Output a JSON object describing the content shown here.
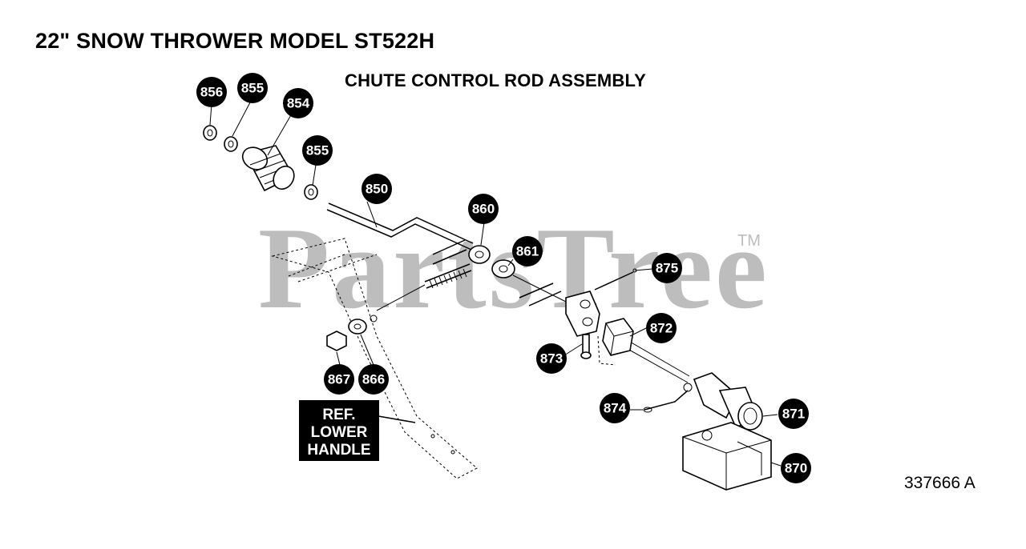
{
  "title": "22\" SNOW THROWER MODEL ST522H",
  "subtitle": "CHUTE CONTROL ROD ASSEMBLY",
  "watermark": "PartsTree",
  "watermark_tm": "TM",
  "document_number": "337666 A",
  "reference_label": [
    "REF.",
    "LOWER",
    "HANDLE"
  ],
  "callouts": [
    {
      "id": "c856",
      "label": "856"
    },
    {
      "id": "c855a",
      "label": "855"
    },
    {
      "id": "c854",
      "label": "854"
    },
    {
      "id": "c855b",
      "label": "855"
    },
    {
      "id": "c850",
      "label": "850"
    },
    {
      "id": "c860",
      "label": "860"
    },
    {
      "id": "c861",
      "label": "861"
    },
    {
      "id": "c875",
      "label": "875"
    },
    {
      "id": "c872",
      "label": "872"
    },
    {
      "id": "c873",
      "label": "873"
    },
    {
      "id": "c867",
      "label": "867"
    },
    {
      "id": "c866",
      "label": "866"
    },
    {
      "id": "c874",
      "label": "874"
    },
    {
      "id": "c871",
      "label": "871"
    },
    {
      "id": "c870",
      "label": "870"
    }
  ]
}
